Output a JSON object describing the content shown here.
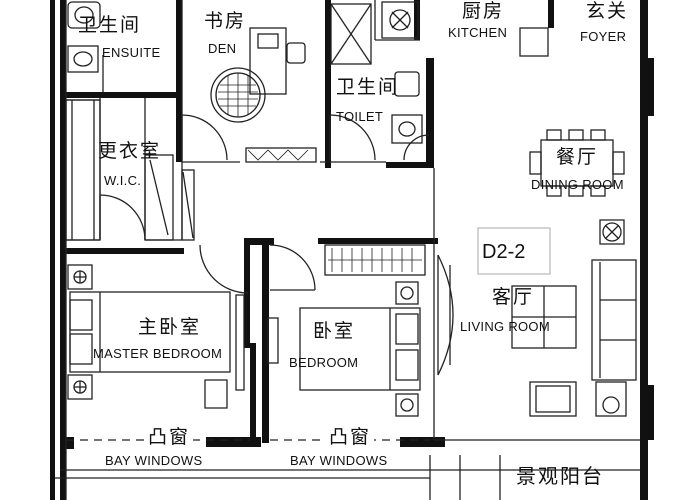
{
  "unit_code": "D2-2",
  "rooms": {
    "ensuite": {
      "cn": "卫生间",
      "en": "ENSUITE"
    },
    "den": {
      "cn": "书房",
      "en": "DEN"
    },
    "kitchen": {
      "cn": "厨房",
      "en": "KITCHEN"
    },
    "foyer": {
      "cn": "玄关",
      "en": "FOYER"
    },
    "toilet": {
      "cn": "卫生间",
      "en": "TOILET"
    },
    "wic": {
      "cn": "更衣室",
      "en": "W.I.C."
    },
    "dining": {
      "cn": "餐厅",
      "en": "DINING ROOM"
    },
    "living": {
      "cn": "客厅",
      "en": "LIVING ROOM"
    },
    "master": {
      "cn": "主卧室",
      "en": "MASTER BEDROOM"
    },
    "bedroom": {
      "cn": "卧室",
      "en": "BEDROOM"
    },
    "bay_left": {
      "cn": "凸窗",
      "en": "BAY WINDOWS"
    },
    "bay_right": {
      "cn": "凸窗",
      "en": "BAY WINDOWS"
    },
    "balcony": {
      "cn": "景观阳台"
    }
  },
  "colors": {
    "wall": "#111111",
    "line": "#222222",
    "background": "#ffffff"
  }
}
